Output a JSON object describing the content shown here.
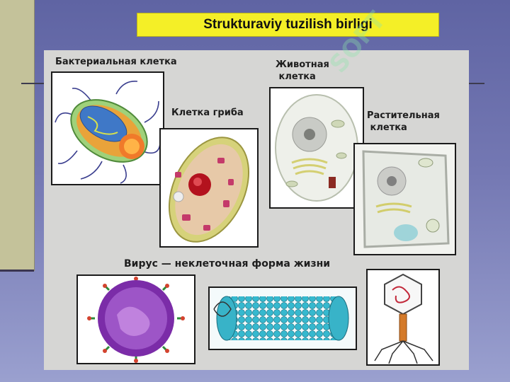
{
  "slide_title": "Strukturaviy tuzilish birligi",
  "labels": {
    "bacterial": "Бактериальная клетка",
    "fungal": "Клетка гриба",
    "animal": "Животная\n клетка",
    "plant": "Растительная\n клетка",
    "virus": "Вирус — неклеточная форма жизни"
  },
  "watermark": "SOFT",
  "colors": {
    "title_bg": "#f4ef27",
    "slide_bg": "#6a6eac",
    "left_strip": "#c4c29a",
    "panel_bg": "#d6d6d4"
  }
}
